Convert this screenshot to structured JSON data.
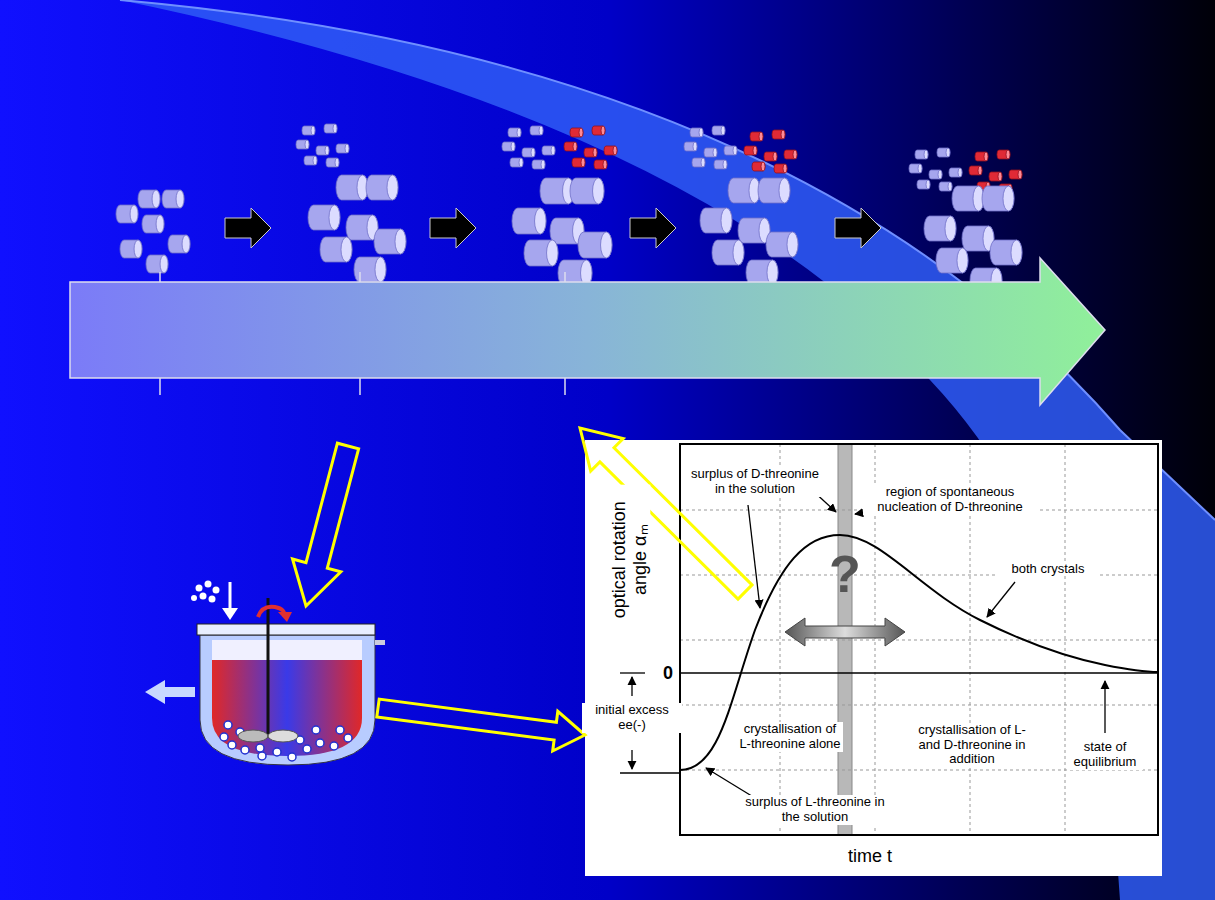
{
  "diagram": {
    "labels": [
      "surplus of D-threonine in the solution",
      "region of spontaneous nucleation of D-threonine",
      "both crystals",
      "optical rotation angle αₘ",
      "0",
      "initial excess ee(-)",
      "crystallisation of L-threonine alone",
      "crystallisation of L- and D-threonine in addition",
      "state of equilibrium",
      "surplus of L-threonine in the solution",
      "time t",
      "?"
    ]
  }
}
